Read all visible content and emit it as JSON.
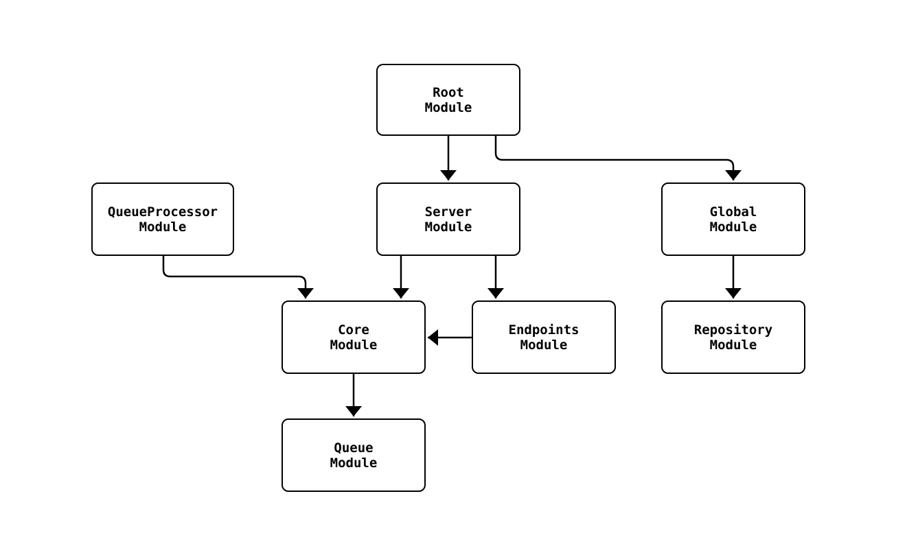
{
  "diagram": {
    "type": "module-dependency-graph",
    "background_color": "#ffffff",
    "node_fill_color": "#ffffff",
    "node_border_color": "#000000",
    "edge_color": "#000000",
    "text_color": "#000000",
    "nodes": {
      "root": {
        "id": "root",
        "label": "Root\nModule"
      },
      "queueprocessor": {
        "id": "queueprocessor",
        "label": "QueueProcessor\nModule"
      },
      "server": {
        "id": "server",
        "label": "Server\nModule"
      },
      "global": {
        "id": "global",
        "label": "Global\nModule"
      },
      "core": {
        "id": "core",
        "label": "Core\nModule"
      },
      "endpoints": {
        "id": "endpoints",
        "label": "Endpoints\nModule"
      },
      "repository": {
        "id": "repository",
        "label": "Repository\nModule"
      },
      "queue": {
        "id": "queue",
        "label": "Queue\nModule"
      }
    },
    "edges": [
      {
        "from": "Root Module",
        "to": "Server Module"
      },
      {
        "from": "Root Module",
        "to": "Global Module"
      },
      {
        "from": "QueueProcessor Module",
        "to": "Core Module"
      },
      {
        "from": "Server Module",
        "to": "Core Module"
      },
      {
        "from": "Server Module",
        "to": "Endpoints Module"
      },
      {
        "from": "Endpoints Module",
        "to": "Core Module"
      },
      {
        "from": "Global Module",
        "to": "Repository Module"
      },
      {
        "from": "Core Module",
        "to": "Queue Module"
      }
    ]
  }
}
